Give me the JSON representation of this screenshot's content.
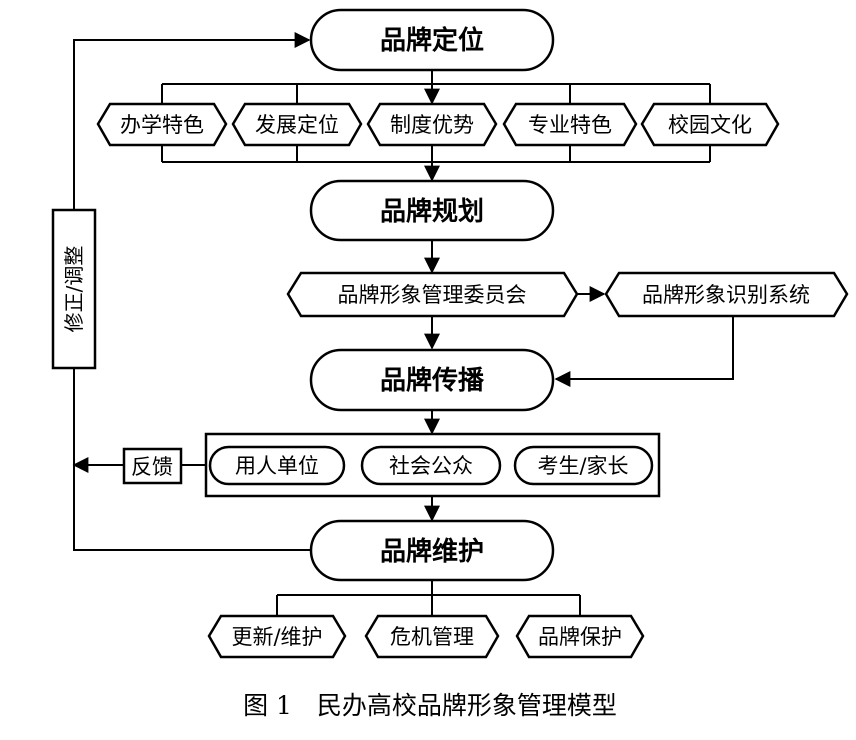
{
  "stages": {
    "positioning": "品牌定位",
    "planning": "品牌规划",
    "communication": "品牌传播",
    "maintenance": "品牌维护"
  },
  "positioning_factors": [
    "办学特色",
    "发展定位",
    "制度优势",
    "专业特色",
    "校园文化"
  ],
  "planning_items": {
    "committee": "品牌形象管理委员会",
    "identity_system": "品牌形象识别系统"
  },
  "audiences": [
    "用人单位",
    "社会公众",
    "考生/家长"
  ],
  "feedback_label": "反馈",
  "revise_label": "修正/调整",
  "maintenance_items": [
    "更新/维护",
    "危机管理",
    "品牌保护"
  ],
  "caption": "图 1　民办高校品牌形象管理模型"
}
